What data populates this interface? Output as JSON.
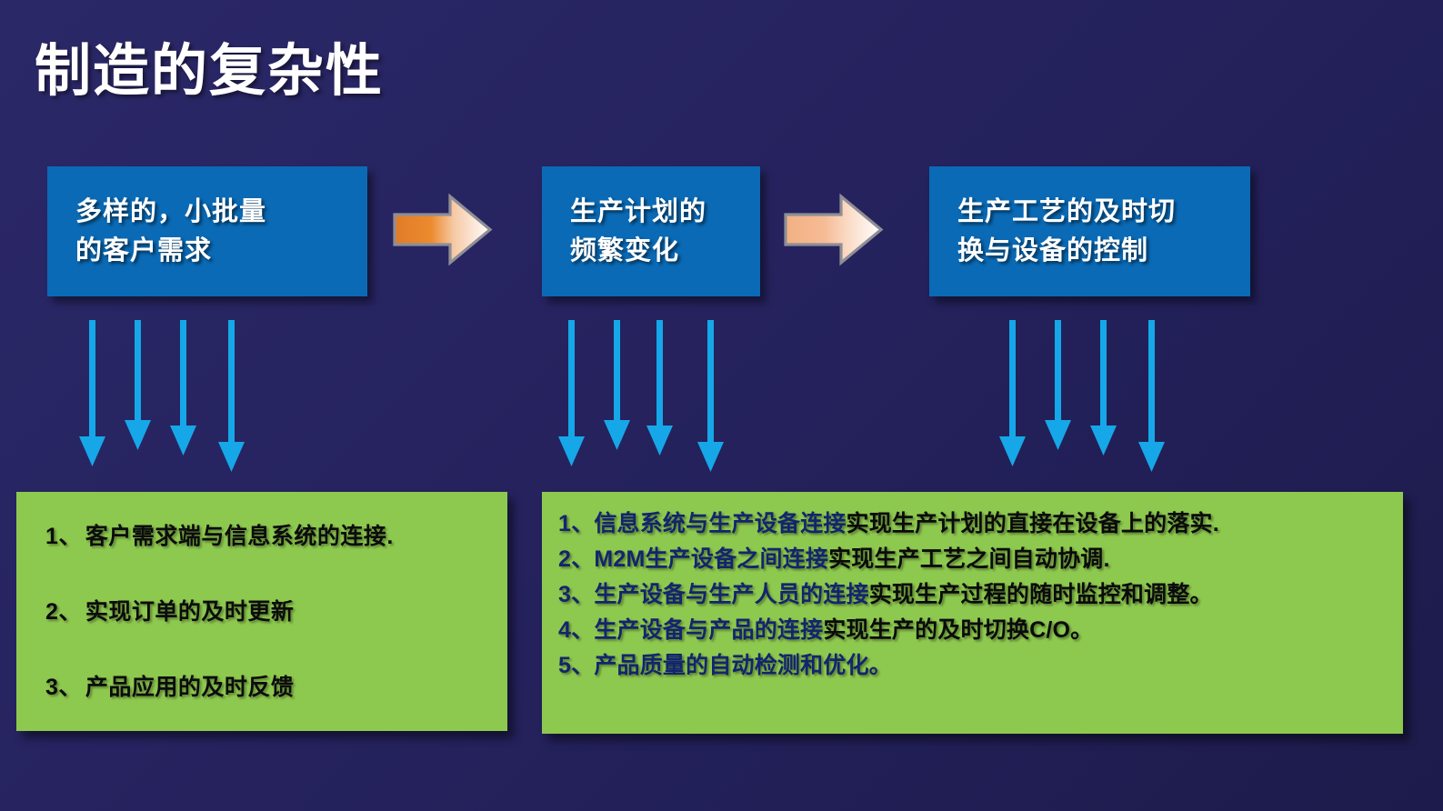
{
  "slide": {
    "title": "制造的复杂性",
    "background_color": "#252260",
    "accent_blue": "#0a6ab5",
    "accent_green": "#8ec94f",
    "accent_cyan": "#16a7e8",
    "accent_orange": "#e8792a",
    "accent_orange_light": "#f4b183",
    "navy_text": "#12256e"
  },
  "flow_boxes": [
    {
      "id": "box1",
      "lines": [
        "多样的，小批量",
        "的客户需求"
      ]
    },
    {
      "id": "box2",
      "lines": [
        "生产计划的",
        "频繁变化"
      ]
    },
    {
      "id": "box3",
      "lines": [
        "生产工艺的及时切",
        "换与设备的控制"
      ]
    }
  ],
  "flow_arrows": [
    {
      "name": "arrow-box1-to-box2",
      "color": "#e8792a",
      "direction": "right"
    },
    {
      "name": "arrow-box2-to-box3",
      "color": "#f4b183",
      "direction": "right"
    }
  ],
  "down_arrow_groups": [
    {
      "name": "down-arrows-box1",
      "count": 4,
      "color": "#16a7e8"
    },
    {
      "name": "down-arrows-box2",
      "count": 4,
      "color": "#16a7e8"
    },
    {
      "name": "down-arrows-box3",
      "count": 4,
      "color": "#16a7e8"
    }
  ],
  "panel_left": {
    "items": [
      {
        "num": "1、",
        "text": "客户需求端与信息系统的连接."
      },
      {
        "num": "2、",
        "text": "实现订单的及时更新"
      },
      {
        "num": "3、",
        "text": "产品应用的及时反馈"
      }
    ]
  },
  "panel_right": {
    "items": [
      {
        "num": "1、",
        "navy": "信息系统与生产设备连接",
        "black": "实现生产计划的直接在设备上的落实."
      },
      {
        "num": "2、",
        "navy": "M2M生产设备之间连接",
        "black": "实现生产工艺之间自动协调."
      },
      {
        "num": "3、",
        "navy": "生产设备与生产人员的连接",
        "black": "实现生产过程的随时监控和调整。"
      },
      {
        "num": "4、",
        "navy": "生产设备与产品的连接",
        "black": "实现生产的及时切换C/O。"
      },
      {
        "num": "5、",
        "navy": "产品质量的自动检测和优化。",
        "black": ""
      }
    ]
  }
}
